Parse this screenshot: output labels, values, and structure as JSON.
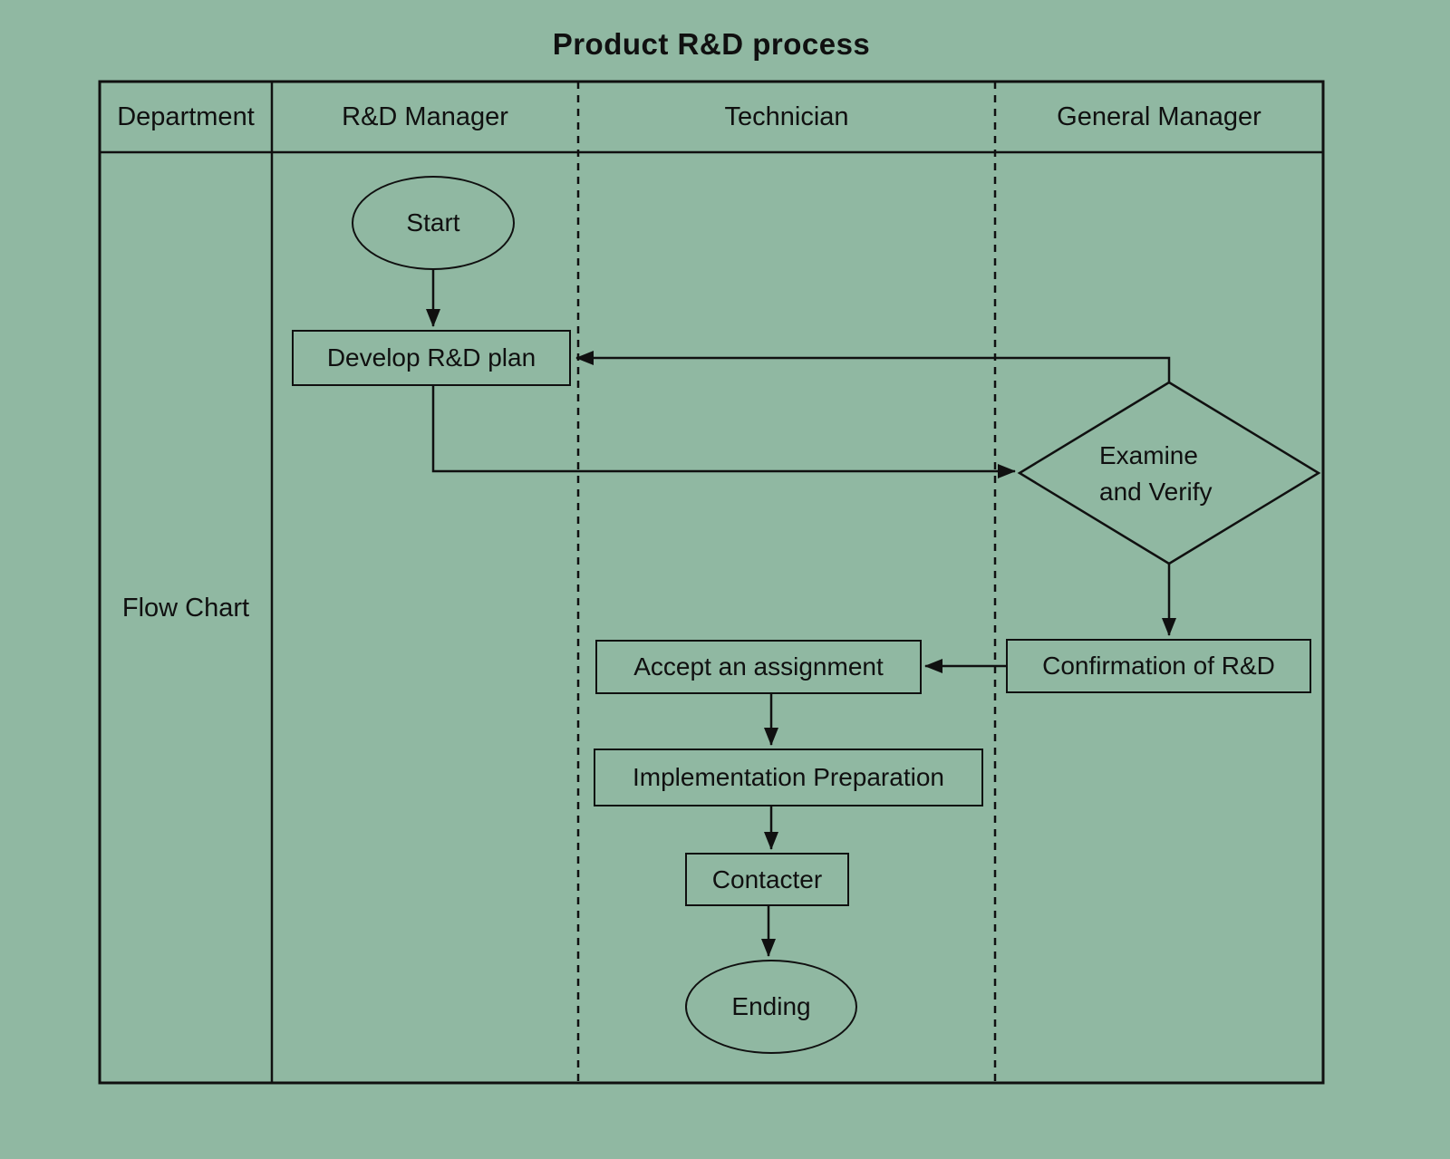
{
  "title": "Product R&D process",
  "table": {
    "headers": [
      "Department",
      "R&D Manager",
      "Technician",
      "General Manager"
    ],
    "row_label": "Flow Chart"
  },
  "nodes": {
    "start": "Start",
    "develop": "Develop R&D plan",
    "examine_line1": "Examine",
    "examine_line2": "and Verify",
    "confirmation": "Confirmation of R&D",
    "accept": "Accept an assignment",
    "implementation": "Implementation Preparation",
    "contacter": "Contacter",
    "ending": "Ending"
  },
  "colors": {
    "background": "#90b8a2",
    "line": "#101010",
    "text": "#101010"
  }
}
